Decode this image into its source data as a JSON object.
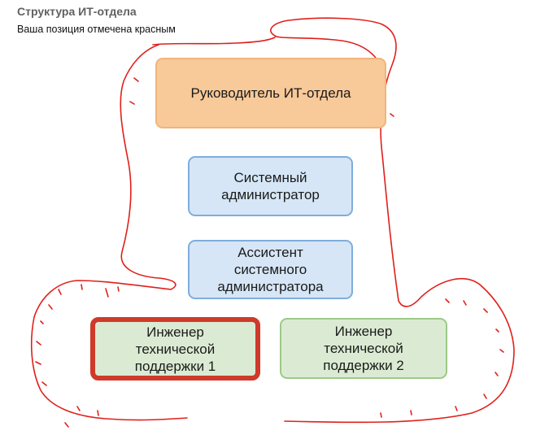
{
  "header": {
    "title": "Структура ИТ-отдела",
    "subtitle": "Ваша позиция отмечена красным"
  },
  "org_chart": {
    "head": {
      "label": "Руководитель ИТ-отдела"
    },
    "sysadmin": {
      "label": "Системный\nадминистратор"
    },
    "assistant": {
      "label": "Ассистент\nсистемного\nадминистратора"
    },
    "engineer_1": {
      "label": "Инженер\nтехнической\nподдержки 1",
      "highlighted": true
    },
    "engineer_2": {
      "label": "Инженер\nтехнической\nподдержки 2",
      "highlighted": false
    }
  },
  "colors": {
    "head_fill": "#f8c999",
    "admin_fill": "#d6e6f6",
    "engineer_fill": "#dbebd3",
    "highlight": "#cf3a2a",
    "annotation_stroke": "#e0201b"
  }
}
